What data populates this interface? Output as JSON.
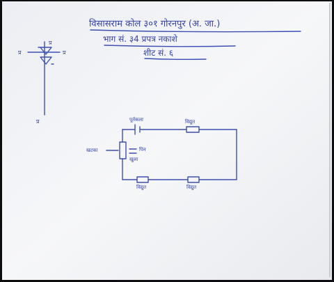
{
  "header": {
    "line1": "विसासराम कोल ३०१ गोरनपुर (अ. जा.)",
    "line2": "भाग सं. ३4 प्रपत्र नकाशे",
    "line3": "शीट सं. ६"
  },
  "schematic": {
    "label_top": "प्र",
    "label_left": "प्र",
    "label_right": "प्र",
    "label_bottom": "प्र"
  },
  "circuit": {
    "battery_label": "पूर्तकला",
    "lamp_top_label": "विद्युत",
    "switch_label": "खटका",
    "switch_detail_1": "खुला",
    "switch_detail_2": "पिन",
    "lamp_bottom_left_label": "विद्युत",
    "lamp_bottom_right_label": "विद्युत"
  },
  "colors": {
    "ink": "#3c4fb0",
    "paper": "#f3f4f7",
    "background": "#0d0d0d"
  }
}
